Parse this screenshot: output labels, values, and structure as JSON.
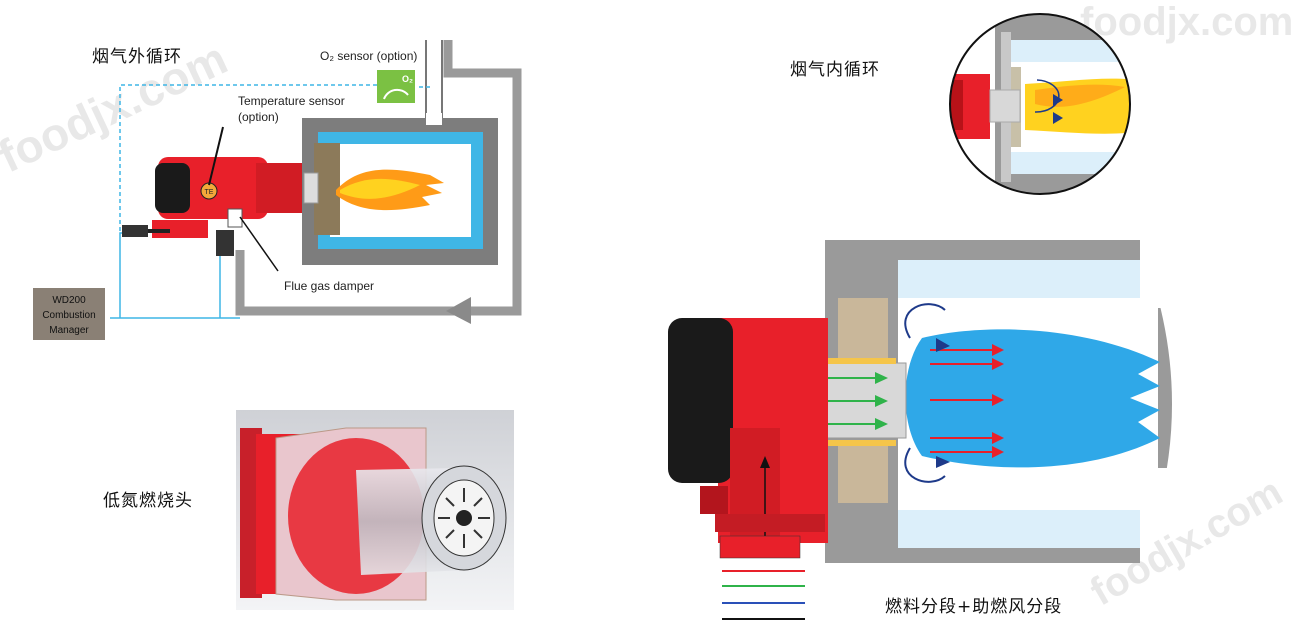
{
  "labels": {
    "ext_recirc": "烟气外循环",
    "int_recirc": "烟气内循环",
    "low_nox_head": "低氮燃烧头",
    "staging": "燃料分段+助燃风分段"
  },
  "ext_diagram": {
    "o2_sensor": "O₂ sensor (option)",
    "o2_badge": "O₂",
    "temp_sensor_1": "Temperature sensor",
    "temp_sensor_2": "(option)",
    "te_badge": "TE",
    "damper": "Flue gas damper",
    "manager_1": "WD200",
    "manager_2": "Combustion",
    "manager_3": "Manager"
  },
  "watermark": "foodjx.com",
  "colors": {
    "burner_red": "#e8202a",
    "water_blue": "#3fb6e6",
    "flame_yellow": "#ffd21f",
    "flame_blue": "#2fa8e8",
    "duct_gray": "#9a9a9a",
    "legend_red": "#e8202a",
    "legend_green": "#2fb34a",
    "legend_blue": "#2a50b8",
    "legend_black": "#111111"
  }
}
